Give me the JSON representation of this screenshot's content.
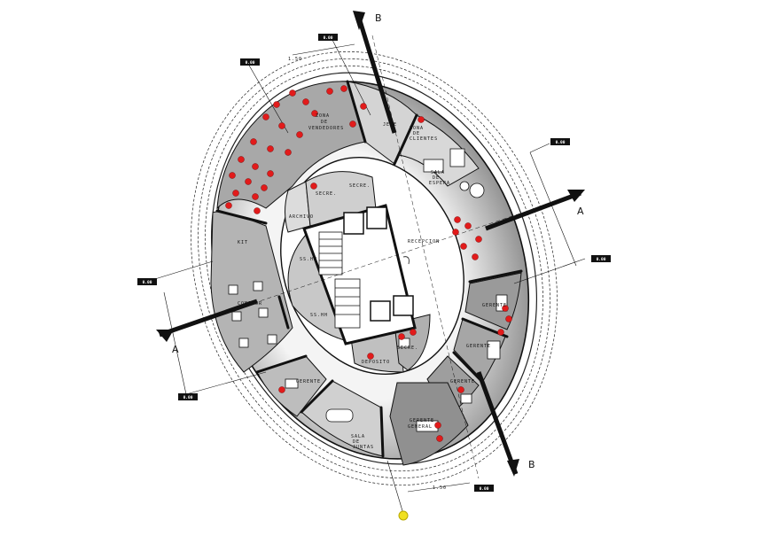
{
  "sections": {
    "a": "A",
    "b": "B"
  },
  "level_tag": "0.00",
  "dimension_text": "1.50",
  "rooms": {
    "zona_vendedores": [
      "ZONA",
      "DE",
      "VENDEDORES"
    ],
    "jefe": "JEFE",
    "zona_clientes": [
      "ZONA",
      "DE",
      "CLIENTES"
    ],
    "sala_espera": [
      "SALA",
      "DE",
      "ESPERA"
    ],
    "recepcion": "RECEPCION",
    "archivo": "ARCHIVO",
    "secretaria": "SECRE.",
    "kit": "KIT",
    "comedor": "COMEDOR",
    "ss_hh_1": "SS.HH",
    "ss_hh_2": "SS.HH",
    "gerente_1": "GERENTE",
    "gerente_2": "GERENTE",
    "gerente_3": "GERENTE",
    "gerente_4": "GERENTE",
    "gerente_general": [
      "GERENTE",
      "GENERAL"
    ],
    "deposito": "DEPOSITO",
    "secretaria_2": "SECRE.",
    "sala_juntas": [
      "SALA",
      "DE",
      "JUNTAS"
    ]
  },
  "colors": {
    "wall": "#111111",
    "zone_fill": "#9a9a9a",
    "zone_fill_light": "#d0d0d0",
    "marker": "#e21b1b",
    "north": "#f0e020"
  }
}
